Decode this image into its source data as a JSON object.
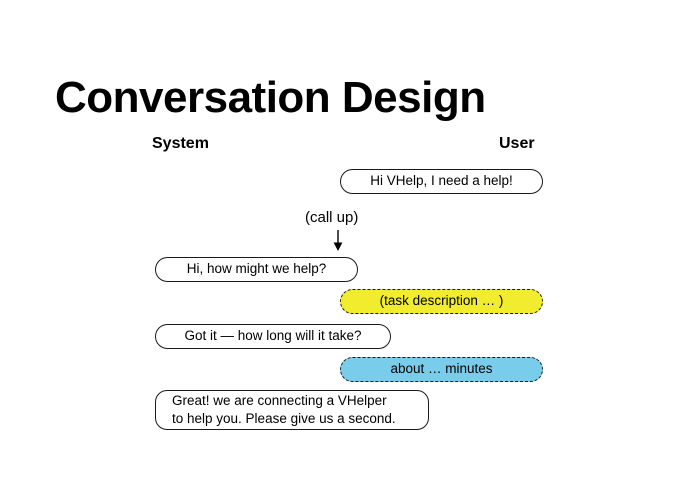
{
  "slide": {
    "title": "Conversation Design",
    "background_color": "#ffffff",
    "columns": {
      "system_label": "System",
      "user_label": "User"
    },
    "annotation": {
      "call_up_label": "(call up)",
      "arrow_icon": "arrow-down-icon"
    },
    "messages": [
      {
        "id": "user-1",
        "speaker": "user",
        "text": "Hi VHelp, I need a help!",
        "style": "pill",
        "fill": "#ffffff",
        "border": "solid"
      },
      {
        "id": "system-1",
        "speaker": "system",
        "text": "Hi, how might we help?",
        "style": "pill",
        "fill": "#ffffff",
        "border": "solid"
      },
      {
        "id": "user-2",
        "speaker": "user",
        "text": "(task description … )",
        "style": "pill",
        "fill": "#f1ec2e",
        "border": "dashed"
      },
      {
        "id": "system-2",
        "speaker": "system",
        "text": "Got it — how long will it take?",
        "style": "pill",
        "fill": "#ffffff",
        "border": "solid"
      },
      {
        "id": "user-3",
        "speaker": "user",
        "text": "about … minutes",
        "style": "pill",
        "fill": "#79ccea",
        "border": "dashed"
      },
      {
        "id": "system-3",
        "speaker": "system",
        "text_line1": "Great! we are connecting a VHelper",
        "text_line2": "to help you. Please give us a second.",
        "style": "rect",
        "fill": "#ffffff",
        "border": "solid"
      }
    ]
  }
}
